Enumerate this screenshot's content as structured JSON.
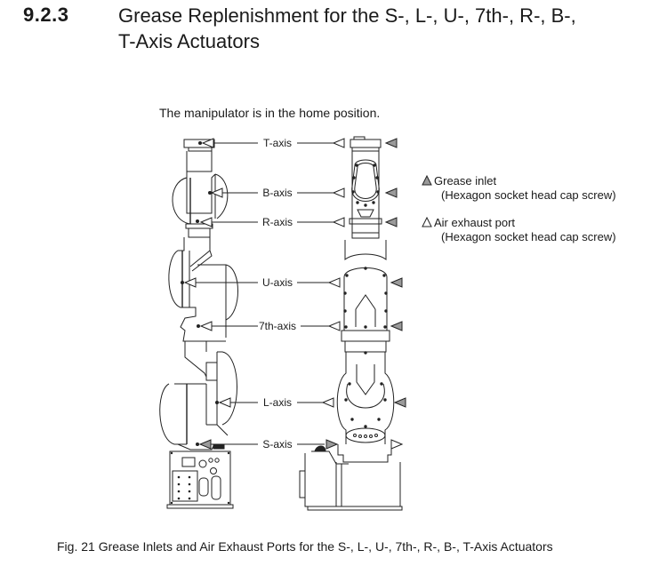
{
  "section": {
    "number": "9.2.3",
    "title_line1": "Grease Replenishment for the S-, L-, U-, 7th-, R-, B-,",
    "title_line2": "T-Axis Actuators"
  },
  "figure": {
    "note": "The manipulator is in the home position.",
    "axis_labels": [
      {
        "id": "t",
        "label": "T-axis"
      },
      {
        "id": "b",
        "label": "B-axis"
      },
      {
        "id": "r",
        "label": "R-axis"
      },
      {
        "id": "u",
        "label": "U-axis"
      },
      {
        "id": "7th",
        "label": "7th-axis"
      },
      {
        "id": "l",
        "label": "L-axis"
      },
      {
        "id": "s",
        "label": "S-axis"
      }
    ],
    "legend": [
      {
        "symbol": "filled-triangle",
        "label": "Grease inlet",
        "detail": "(Hexagon socket head cap screw)",
        "color": "#9a9a9a"
      },
      {
        "symbol": "outline-triangle",
        "label": "Air exhaust port",
        "detail": "(Hexagon socket head cap screw)",
        "color": "#ffffff"
      }
    ],
    "caption": "Fig. 21  Grease Inlets and Air Exhaust Ports for the S-, L-, U-, 7th-, R-, B-, T-Axis Actuators"
  }
}
